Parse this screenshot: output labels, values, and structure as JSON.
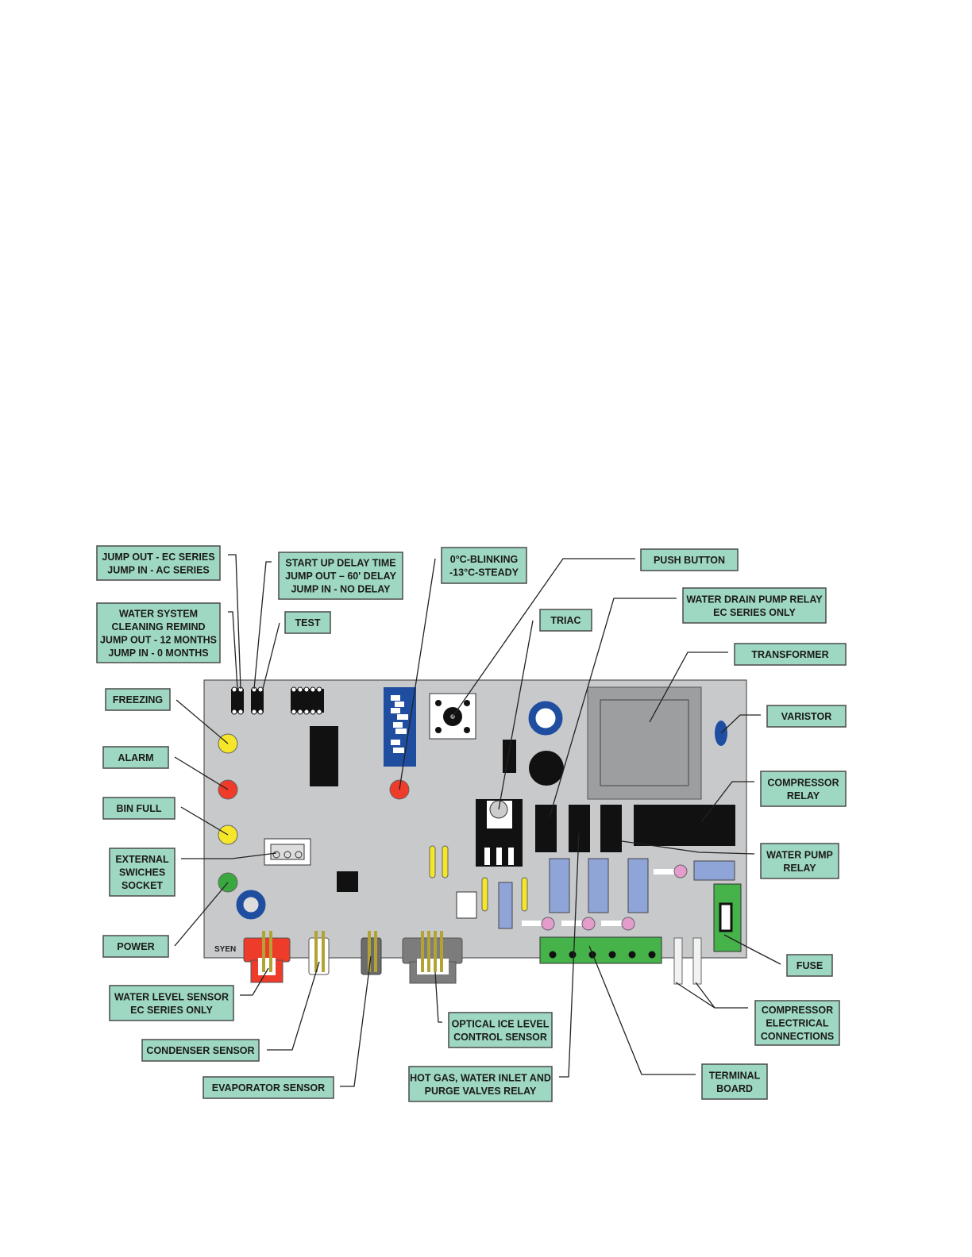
{
  "board": {
    "silkscreen": "SYEN",
    "colors": {
      "board": "#c8c9cb",
      "label": "#9fd8c2",
      "led_yellow": "#f5e62a",
      "led_red": "#ee3b2a",
      "led_green": "#39a83f",
      "dip": "#1f4ea0",
      "terminal": "#46b24a"
    }
  },
  "labels": [
    {
      "id": "jumper-ec-ac",
      "lines": [
        "JUMP OUT - EC SERIES",
        "JUMP IN - AC SERIES"
      ]
    },
    {
      "id": "cleaning-remind",
      "lines": [
        "WATER SYSTEM",
        "CLEANING REMIND",
        "JUMP OUT - 12 MONTHS",
        "JUMP IN - 0 MONTHS"
      ]
    },
    {
      "id": "startup-delay",
      "lines": [
        "START UP DELAY TIME",
        "JUMP OUT – 60' DELAY",
        "JUMP IN - NO DELAY"
      ]
    },
    {
      "id": "test",
      "lines": [
        "TEST"
      ]
    },
    {
      "id": "temp-indicator",
      "lines": [
        "0°C-BLINKING",
        "-13°C-STEADY"
      ]
    },
    {
      "id": "push-button",
      "lines": [
        "PUSH BUTTON"
      ]
    },
    {
      "id": "water-drain-pump-relay",
      "lines": [
        "WATER DRAIN PUMP RELAY",
        "EC SERIES ONLY"
      ]
    },
    {
      "id": "triac",
      "lines": [
        "TRIAC"
      ]
    },
    {
      "id": "transformer",
      "lines": [
        "TRANSFORMER"
      ]
    },
    {
      "id": "varistor",
      "lines": [
        "VARISTOR"
      ]
    },
    {
      "id": "compressor-relay",
      "lines": [
        "COMPRESSOR",
        "RELAY"
      ]
    },
    {
      "id": "water-pump-relay",
      "lines": [
        "WATER PUMP",
        "RELAY"
      ]
    },
    {
      "id": "fuse",
      "lines": [
        "FUSE"
      ]
    },
    {
      "id": "compressor-electrical-connections",
      "lines": [
        "COMPRESSOR",
        "ELECTRICAL",
        "CONNECTIONS"
      ]
    },
    {
      "id": "terminal-board",
      "lines": [
        "TERMINAL",
        "BOARD"
      ]
    },
    {
      "id": "valves-relay",
      "lines": [
        "HOT GAS, WATER INLET AND",
        "PURGE VALVES RELAY"
      ]
    },
    {
      "id": "optical-ice-level",
      "lines": [
        "OPTICAL ICE LEVEL",
        "CONTROL SENSOR"
      ]
    },
    {
      "id": "evaporator-sensor",
      "lines": [
        "EVAPORATOR SENSOR"
      ]
    },
    {
      "id": "condenser-sensor",
      "lines": [
        "CONDENSER SENSOR"
      ]
    },
    {
      "id": "water-level-sensor",
      "lines": [
        "WATER LEVEL SENSOR",
        "EC SERIES ONLY"
      ]
    },
    {
      "id": "power",
      "lines": [
        "POWER"
      ]
    },
    {
      "id": "external-switches-socket",
      "lines": [
        "EXTERNAL",
        "SWICHES",
        "SOCKET"
      ]
    },
    {
      "id": "bin-full",
      "lines": [
        "BIN FULL"
      ]
    },
    {
      "id": "alarm",
      "lines": [
        "ALARM"
      ]
    },
    {
      "id": "freezing",
      "lines": [
        "FREEZING"
      ]
    }
  ]
}
